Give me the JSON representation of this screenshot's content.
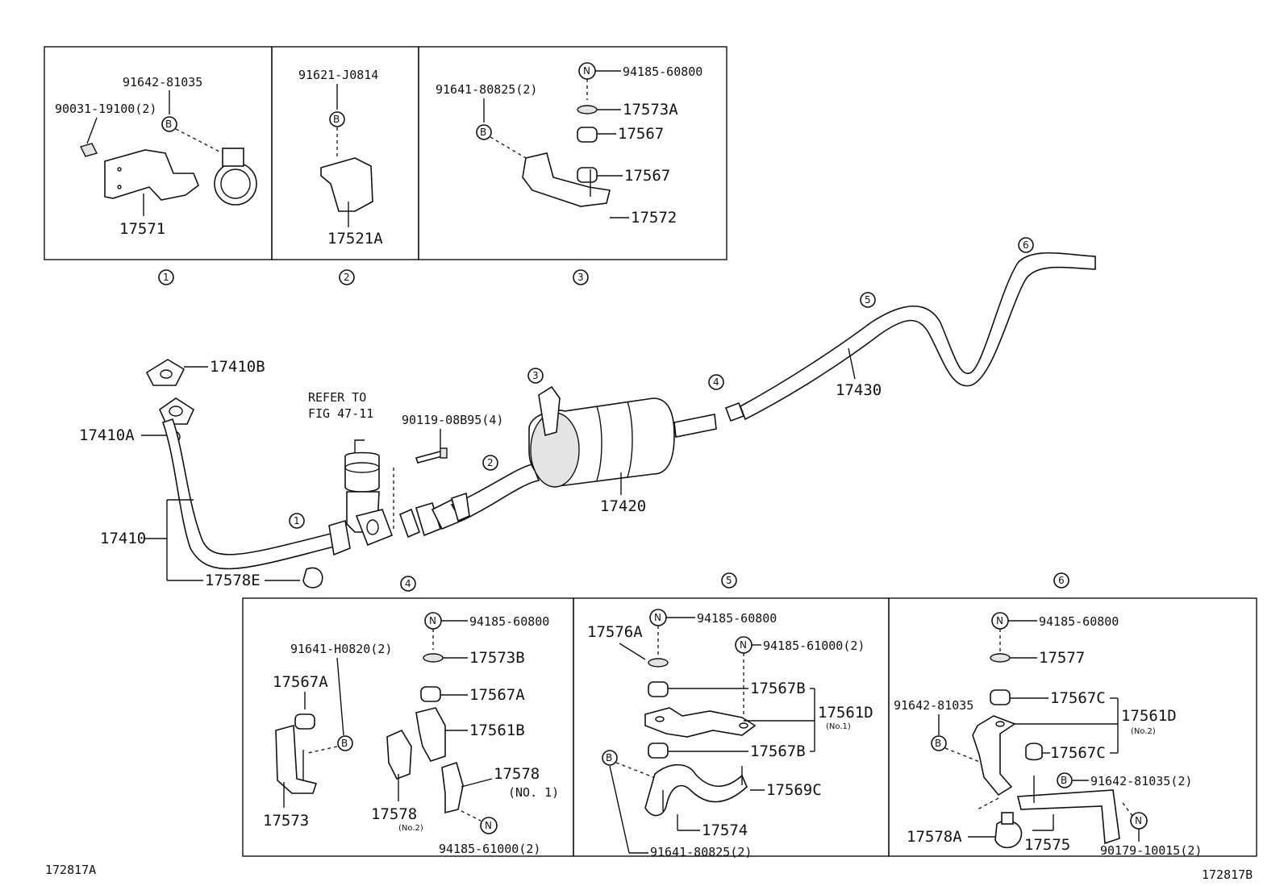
{
  "diagram_id_left": "172817A",
  "diagram_id_right": "172817B",
  "reference_note": {
    "line1": "REFER TO",
    "line2": "FIG 47-11"
  },
  "symbols": {
    "bolt": "B",
    "nut": "N"
  },
  "callouts": [
    "1",
    "2",
    "3",
    "4",
    "5",
    "6"
  ],
  "main_parts": {
    "p17410B": "17410B",
    "p17410A": "17410A",
    "p17410": "17410",
    "p17578E": "17578E",
    "p90119": "90119-08B95(4)",
    "p17420": "17420",
    "p17430": "17430"
  },
  "detail_1": {
    "p91642": "91642-81035",
    "p90031": "90031-19100(2)",
    "p17571": "17571"
  },
  "detail_2": {
    "p91621": "91621-J0814",
    "p17521A": "17521A"
  },
  "detail_3": {
    "p91641": "91641-80825(2)",
    "p94185": "94185-60800",
    "p17573A": "17573A",
    "p17567a": "17567",
    "p17567b": "17567",
    "p17572": "17572"
  },
  "detail_4": {
    "p94185a": "94185-60800",
    "p17573B": "17573B",
    "p91641": "91641-H0820(2)",
    "p17567A_left": "17567A",
    "p17567A_right": "17567A",
    "p17561B": "17561B",
    "p17578": "17578",
    "p17578_no1": "(NO. 1)",
    "p17578_no2": "(No.2)",
    "p17573": "17573",
    "p17578b": "17578",
    "p94185b": "94185-61000(2)"
  },
  "detail_5": {
    "p94185a": "94185-60800",
    "p17576A": "17576A",
    "p94185b": "94185-61000(2)",
    "p17567B_top": "17567B",
    "p17567B_bottom": "17567B",
    "p17561D": "17561D",
    "p17561D_sub": "(No.1)",
    "p17569C": "17569C",
    "p17574": "17574",
    "p91641": "91641-80825(2)"
  },
  "detail_6": {
    "p94185": "94185-60800",
    "p17577": "17577",
    "p17567C_top": "17567C",
    "p17567C_bottom": "17567C",
    "p17561D": "17561D",
    "p17561D_sub": "(No.2)",
    "p91642a": "91642-81035",
    "p91642b": "91642-81035(2)",
    "p17578A": "17578A",
    "p17575": "17575",
    "p90179": "90179-10015(2)"
  }
}
